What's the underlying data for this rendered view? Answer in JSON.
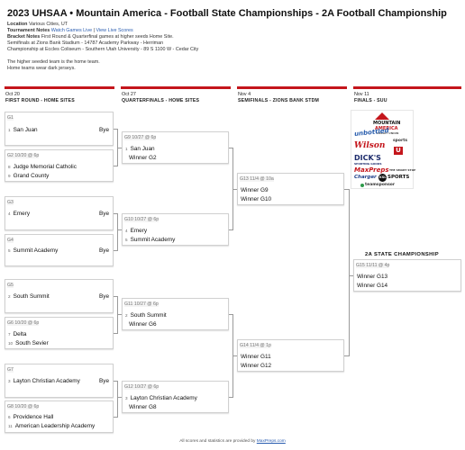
{
  "page": {
    "title": "2023 UHSAA • Mountain America - Football State Championships - 2A Football Championship",
    "location_label": "Location",
    "location": "Various Cities, UT",
    "notes_label": "Tournament Notes",
    "watch_games_live": "Watch Games Live",
    "separator": "|",
    "view_live_scores": "View Live Scores",
    "bracket_notes_label": "Bracket Notes",
    "bracket_notes_1": "First Round & Quarterfinal games at higher seeds Home Site.",
    "bracket_notes_2": "Semifinals at Zions Bank Stadium - 14787 Academy Parkway - Herriman",
    "bracket_notes_3": "Championship at Eccles Coliseum - Southern Utah University - 89 S 1100 W - Cedar City",
    "home_team_note": "The higher seeded team is the home team.",
    "jersey_note": "Home teams wear dark jerseys.",
    "footer_prefix": "All scores and statistics are provided by",
    "footer_link": "MaxPreps.com"
  },
  "rounds": [
    {
      "date": "Oct 20",
      "name": "FIRST ROUND - HOME SITES"
    },
    {
      "date": "Oct 27",
      "name": "QUARTERFINALS - HOME SITES"
    },
    {
      "date": "Nov 4",
      "name": "SEMIFINALS - ZIONS BANK STDM"
    },
    {
      "date": "Nov 11",
      "name": "FINALS - SUU"
    }
  ],
  "games": {
    "g1": {
      "header": "G1",
      "t1_seed": "1",
      "t1": "San Juan",
      "t2_seed": "",
      "t2": "",
      "bye": "Bye"
    },
    "g2": {
      "header": "G2 10/20 @ 6p",
      "t1_seed": "8",
      "t1": "Judge Memorial Catholic",
      "t2_seed": "9",
      "t2": "Grand County"
    },
    "g3": {
      "header": "G3",
      "t1_seed": "4",
      "t1": "Emery",
      "bye": "Bye"
    },
    "g4": {
      "header": "G4",
      "t1_seed": "5",
      "t1": "Summit Academy",
      "bye": "Bye"
    },
    "g5": {
      "header": "G5",
      "t1_seed": "2",
      "t1": "South Summit",
      "bye": "Bye"
    },
    "g6": {
      "header": "G6 10/20 @ 6p",
      "t1_seed": "7",
      "t1": "Delta",
      "t2_seed": "10",
      "t2": "South Sevier"
    },
    "g7": {
      "header": "G7",
      "t1_seed": "3",
      "t1": "Layton Christian Academy",
      "bye": "Bye"
    },
    "g8": {
      "header": "G8 10/20 @ 6p",
      "t1_seed": "6",
      "t1": "Providence Hall",
      "t2_seed": "11",
      "t2": "American Leadership Academy"
    },
    "g9": {
      "header": "G9 10/27 @ 6p",
      "t1_seed": "1",
      "t1": "San Juan",
      "t2": "Winner G2"
    },
    "g10": {
      "header": "G10 10/27 @ 6p",
      "t1_seed": "4",
      "t1": "Emery",
      "t2_seed": "5",
      "t2": "Summit Academy"
    },
    "g11": {
      "header": "G11 10/27 @ 6p",
      "t1_seed": "2",
      "t1": "South Summit",
      "t2": "Winner G6"
    },
    "g12": {
      "header": "G12 10/27 @ 6p",
      "t1_seed": "3",
      "t1": "Layton Christian Academy",
      "t2": "Winner G8"
    },
    "g13": {
      "header": "G13 11/4 @ 10a",
      "t1": "Winner G9",
      "t2": "Winner G10"
    },
    "g14": {
      "header": "G14 11/4 @ 1p",
      "t1": "Winner G11",
      "t2": "Winner G12"
    },
    "g15": {
      "header": "G15 11/11 @ 4p",
      "t1": "Winner G13",
      "t2": "Winner G14"
    }
  },
  "championship_title": "2A STATE CHAMPIONSHIP",
  "sponsors": {
    "mountain": "MOUNTAIN",
    "america": "AMERICA",
    "credit_union": "CREDIT UNION",
    "unbottled": "unbottled",
    "sports": "sports",
    "wilson": "Wilson",
    "u_logo": "U",
    "dicks": "DICK'S",
    "sporting_goods": "SPORTING GOODS",
    "maxpreps": "MaxPreps",
    "smart_stop": "THE SMART STOP",
    "charger": "Charger",
    "ksl": "KSL",
    "sports_big": "SPORTS",
    "teamsponsor": "teamsponsor"
  }
}
